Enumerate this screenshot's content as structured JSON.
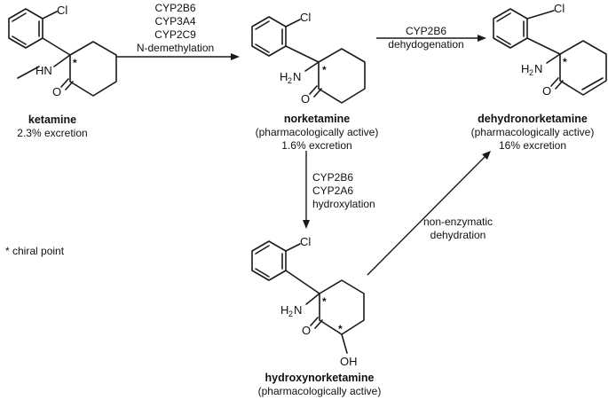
{
  "compounds": {
    "ketamine": {
      "name": "ketamine",
      "lines": [
        "2.3% excretion"
      ]
    },
    "norketamine": {
      "name": "norketamine",
      "lines": [
        "(pharmacologically active)",
        "1.6% excretion"
      ]
    },
    "dehydronorketamine": {
      "name": "dehydronorketamine",
      "lines": [
        "(pharmacologically active)",
        "16% excretion"
      ]
    },
    "hydroxynorketamine": {
      "name": "hydroxynorketamine",
      "lines": [
        "(pharmacologically active)"
      ]
    }
  },
  "reactions": {
    "demethylation": {
      "lines": [
        "CYP2B6",
        "CYP3A4",
        "CYP2C9",
        "N-demethylation"
      ]
    },
    "dehydrogenation": {
      "lines": [
        "CYP2B6",
        "dehydogenation"
      ]
    },
    "hydroxylation": {
      "lines": [
        "CYP2B6",
        "CYP2A6",
        "hydroxylation"
      ]
    },
    "dehydration": {
      "lines": [
        "non-enzymatic",
        "dehydration"
      ]
    }
  },
  "atoms": {
    "chlorine": "Cl",
    "methylamine": "HN",
    "amine_h": "H",
    "amine_sub": "2",
    "amine_n": "N",
    "oxygen": "O",
    "hydroxyl": "OH",
    "chiral_mark": "*"
  },
  "legend": {
    "chiral_note": "* chiral point"
  }
}
